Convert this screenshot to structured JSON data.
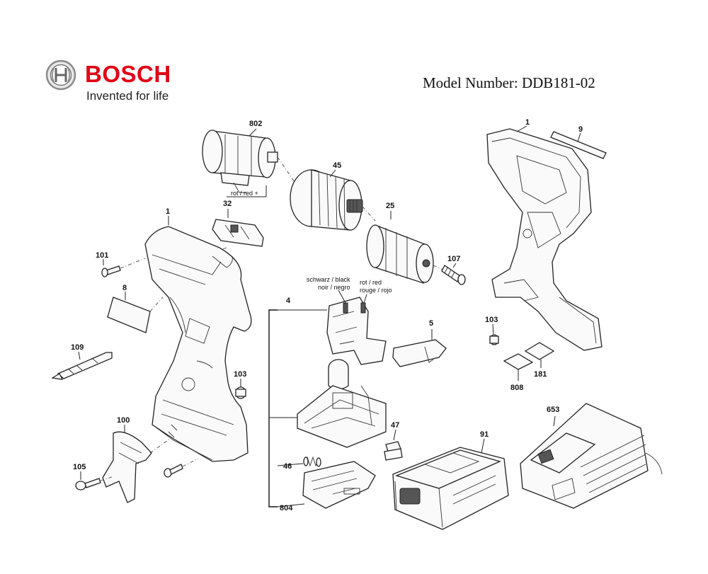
{
  "header": {
    "brand_name": "BOSCH",
    "tagline": "Invented for life",
    "model_label": "Model Number: DDB181-02"
  },
  "wire_labels": {
    "motor_wire": "rot / red +",
    "switch_black_1": "schwarz / black",
    "switch_black_2": "noir / negro",
    "switch_red_1": "rot / red",
    "switch_red_2": "rouge / rojo"
  },
  "callouts": [
    {
      "key": "c802",
      "label": "802"
    },
    {
      "key": "c45",
      "label": "45"
    },
    {
      "key": "c32",
      "label": "32"
    },
    {
      "key": "c25",
      "label": "25"
    },
    {
      "key": "c1a",
      "label": "1"
    },
    {
      "key": "c101",
      "label": "101"
    },
    {
      "key": "c107",
      "label": "107"
    },
    {
      "key": "c8",
      "label": "8"
    },
    {
      "key": "c4",
      "label": "4"
    },
    {
      "key": "c5",
      "label": "5"
    },
    {
      "key": "c109",
      "label": "109"
    },
    {
      "key": "c103a",
      "label": "103"
    },
    {
      "key": "c100",
      "label": "100"
    },
    {
      "key": "c105",
      "label": "105"
    },
    {
      "key": "c47",
      "label": "47"
    },
    {
      "key": "c46",
      "label": "46"
    },
    {
      "key": "c804",
      "label": "804"
    },
    {
      "key": "c91",
      "label": "91"
    },
    {
      "key": "c653",
      "label": "653"
    },
    {
      "key": "c1b",
      "label": "1"
    },
    {
      "key": "c9",
      "label": "9"
    },
    {
      "key": "c103b",
      "label": "103"
    },
    {
      "key": "c181",
      "label": "181"
    },
    {
      "key": "c808",
      "label": "808"
    }
  ],
  "icons": {
    "logo": "bosch-armature-logo"
  },
  "colors": {
    "brand_red": "#e20015",
    "line": "#222222"
  }
}
